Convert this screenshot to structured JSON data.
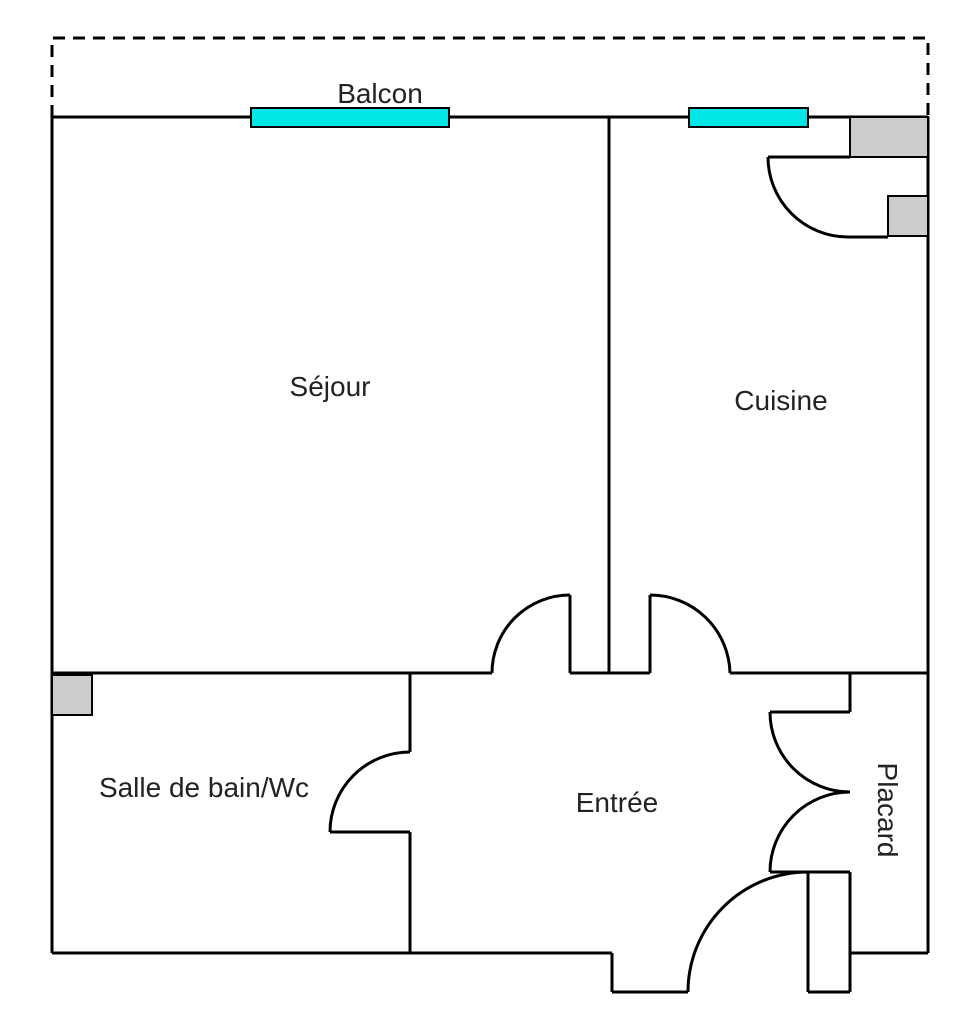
{
  "rooms": {
    "balcon": "Balcon",
    "sejour": "Séjour",
    "cuisine": "Cuisine",
    "salle_de_bain": "Salle de bain/Wc",
    "entree": "Entrée",
    "placard": "Placard"
  },
  "colors": {
    "wall": "#000000",
    "window": "#00e5e5",
    "fixture": "#cccccc",
    "text": "#222222"
  }
}
